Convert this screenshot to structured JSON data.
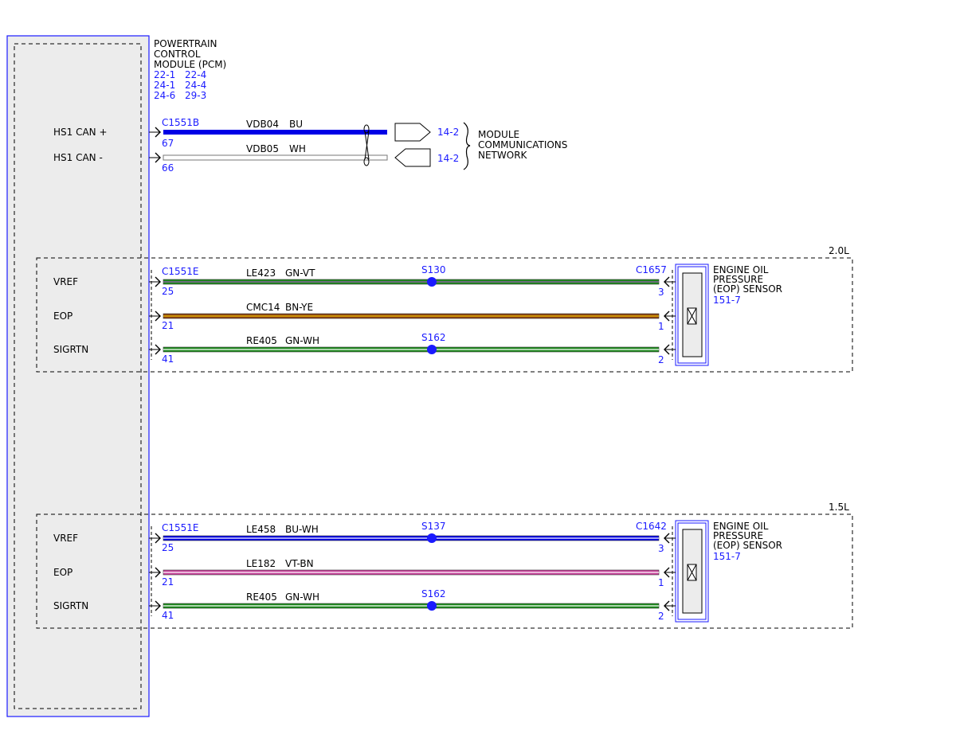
{
  "pcm": {
    "title_lines": [
      "POWERTRAIN",
      "CONTROL",
      "MODULE (PCM)"
    ],
    "ref_rows": [
      [
        "22-1",
        "22-4"
      ],
      [
        "24-1",
        "24-4"
      ],
      [
        "24-6",
        "29-3"
      ]
    ],
    "pins": [
      "HS1 CAN +",
      "HS1 CAN -"
    ]
  },
  "can_network": {
    "connector": "C1551B",
    "wires": [
      {
        "circuit": "VDB04",
        "color_code": "BU",
        "pin": "67",
        "ref": "14-2",
        "stroke": "#0000e6",
        "stroke2": "#0000e6"
      },
      {
        "circuit": "VDB05",
        "color_code": "WH",
        "pin": "66",
        "ref": "14-2",
        "stroke": "#ffffff",
        "stroke2": "#ffffff"
      }
    ],
    "target_lines": [
      "MODULE",
      "COMMUNICATIONS",
      "NETWORK"
    ]
  },
  "sections": [
    {
      "engine": "2.0L",
      "pcm_connector": "C1551E",
      "sensor_connector": "C1657",
      "sensor_lines": [
        "ENGINE OIL",
        "PRESSURE",
        "(EOP) SENSOR"
      ],
      "sensor_ref": "151-7",
      "wires": [
        {
          "signal": "VREF",
          "circuit": "LE423",
          "color_code": "GN-VT",
          "pcm_pin": "25",
          "sensor_pin": "3",
          "splice": "S130",
          "stroke": "#1e8a1e",
          "stroke2": "#9b59b6"
        },
        {
          "signal": "EOP",
          "circuit": "CMC14",
          "color_code": "BN-YE",
          "pcm_pin": "21",
          "sensor_pin": "1",
          "splice": "",
          "stroke": "#8b4513",
          "stroke2": "#f2c200"
        },
        {
          "signal": "SIGRTN",
          "circuit": "RE405",
          "color_code": "GN-WH",
          "pcm_pin": "41",
          "sensor_pin": "2",
          "splice": "S162",
          "stroke": "#1e8a1e",
          "stroke2": "#ffffff"
        }
      ]
    },
    {
      "engine": "1.5L",
      "pcm_connector": "C1551E",
      "sensor_connector": "C1642",
      "sensor_lines": [
        "ENGINE OIL",
        "PRESSURE",
        "(EOP) SENSOR"
      ],
      "sensor_ref": "151-7",
      "wires": [
        {
          "signal": "VREF",
          "circuit": "LE458",
          "color_code": "BU-WH",
          "pcm_pin": "25",
          "sensor_pin": "3",
          "splice": "S137",
          "stroke": "#0000e6",
          "stroke2": "#ffffff"
        },
        {
          "signal": "EOP",
          "circuit": "LE182",
          "color_code": "VT-BN",
          "pcm_pin": "21",
          "sensor_pin": "1",
          "splice": "",
          "stroke": "#c8439b",
          "stroke2": "#ffffff"
        },
        {
          "signal": "SIGRTN",
          "circuit": "RE405",
          "color_code": "GN-WH",
          "pcm_pin": "41",
          "sensor_pin": "2",
          "splice": "S162",
          "stroke": "#1e8a1e",
          "stroke2": "#ffffff"
        }
      ]
    }
  ],
  "colors": {
    "connector_text": "#1a1aff",
    "module_border": "#1a1aff",
    "module_fill": "#ececec"
  }
}
